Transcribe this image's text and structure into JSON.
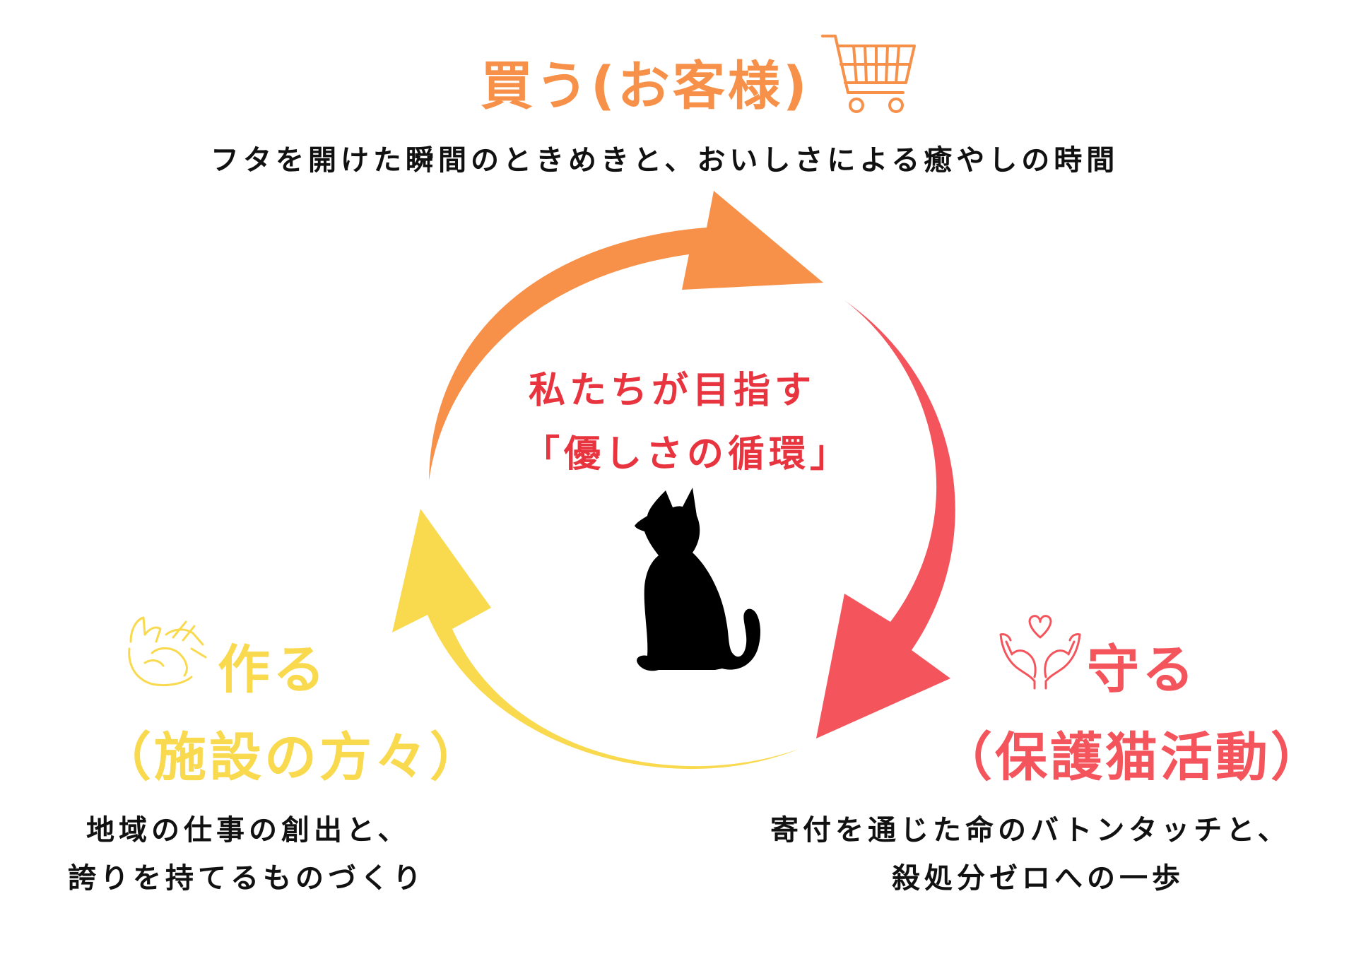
{
  "colors": {
    "buy": "#f7914a",
    "protect": "#f4545c",
    "make": "#f9d94e",
    "center_text": "#e8343f",
    "body_text": "#111111",
    "cat": "#000000"
  },
  "buy": {
    "heading": "買う(お客様)",
    "description": "フタを開けた瞬間のときめきと、おいしさによる癒やしの時間",
    "icon": "shopping-cart-icon"
  },
  "center": {
    "line1": "私たちが目指す",
    "line2": "「優しさの循環」",
    "icon": "cat-silhouette-icon"
  },
  "make": {
    "heading_line1": "作る",
    "heading_line2": "（施設の方々）",
    "description_line1": "地域の仕事の創出と、",
    "description_line2": "誇りを持てるものづくり",
    "icon": "hands-crafting-icon"
  },
  "protect": {
    "heading_line1": "守る",
    "heading_line2": "（保護猫活動）",
    "description_line1": "寄付を通じた命のバトンタッチと、",
    "description_line2": "殺処分ゼロへの一歩",
    "icon": "hands-heart-icon"
  }
}
